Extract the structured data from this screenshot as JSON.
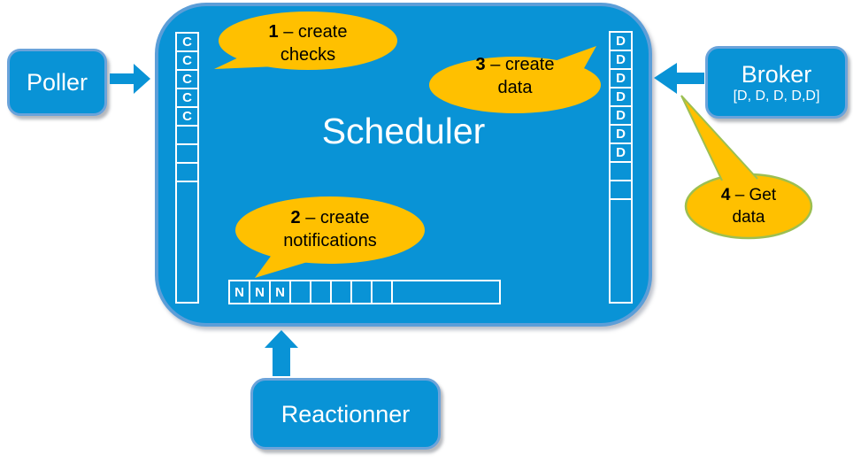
{
  "colors": {
    "node_blue": "#0993D6",
    "node_border_blue": "#6BA3DA",
    "scheduler_border_blue": "#5C9ED8",
    "callout_yellow": "#FFC000",
    "callout4_border_green": "#9CBF52",
    "text_on_blue": "#FFFFFF",
    "text_on_yellow": "#000000"
  },
  "poller": {
    "label": "Poller"
  },
  "broker": {
    "label": "Broker",
    "queue_text": "[D, D, D, D,D]"
  },
  "reactionner": {
    "label": "Reactionner"
  },
  "scheduler": {
    "title": "Scheduler",
    "checks_queue": {
      "cells": [
        "C",
        "C",
        "C",
        "C",
        "C",
        "",
        "",
        ""
      ],
      "tall_cell": ""
    },
    "data_queue": {
      "cells": [
        "D",
        "D",
        "D",
        "D",
        "D",
        "D",
        "D",
        "",
        ""
      ],
      "tall_cell": ""
    },
    "notifications_queue": {
      "cells": [
        "N",
        "N",
        "N",
        "",
        "",
        "",
        "",
        ""
      ],
      "wide_cell": ""
    }
  },
  "callouts": [
    {
      "number": "1",
      "text": "– create",
      "line2": "checks"
    },
    {
      "number": "2",
      "text": "– create",
      "line2": "notifications"
    },
    {
      "number": "3",
      "text": "– create",
      "line2": "data"
    },
    {
      "number": "4",
      "text": "– Get",
      "line2": "data"
    }
  ]
}
